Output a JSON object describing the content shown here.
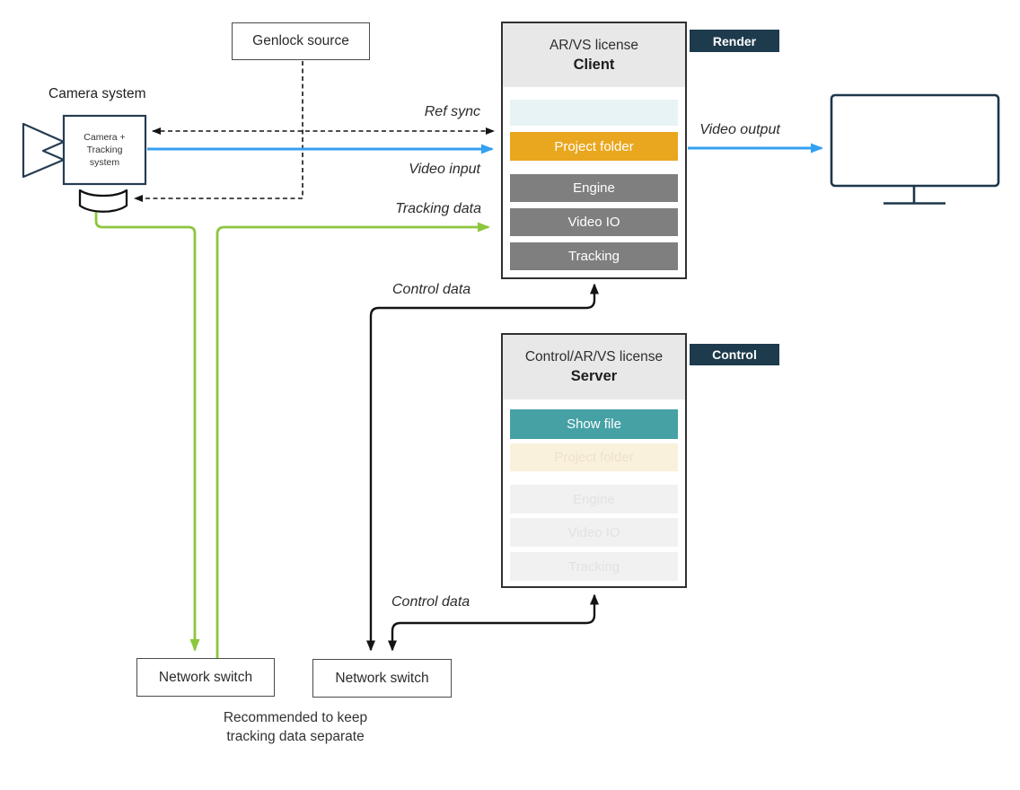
{
  "camera": {
    "title": "Camera system",
    "body_lines": [
      "Camera +",
      "Tracking",
      "system"
    ]
  },
  "genlock": {
    "label": "Genlock source"
  },
  "client": {
    "subtitle": "AR/VS license",
    "title": "Client",
    "tag": "Render",
    "rows": [
      {
        "label": ""
      },
      {
        "label": "Project folder"
      },
      {
        "label": "Engine"
      },
      {
        "label": "Video IO"
      },
      {
        "label": "Tracking"
      }
    ]
  },
  "server": {
    "subtitle": "Control/AR/VS license",
    "title": "Server",
    "tag": "Control",
    "rows": [
      {
        "label": "Show file"
      },
      {
        "label": "Project folder"
      },
      {
        "label": "Engine"
      },
      {
        "label": "Video IO"
      },
      {
        "label": "Tracking"
      }
    ]
  },
  "flows": {
    "ref_sync": "Ref sync",
    "video_input": "Video input",
    "tracking_data": "Tracking data",
    "video_output": "Video output",
    "control_data_client": "Control data",
    "control_data_server": "Control data"
  },
  "switches": {
    "tracking": {
      "label": "Network switch"
    },
    "control": {
      "label": "Network switch"
    }
  },
  "note": {
    "line1": "Recommended to keep",
    "line2": "tracking data separate"
  },
  "colors": {
    "navy": "#1E3A4D",
    "accent_orange": "#E9A71F",
    "accent_teal": "#46A1A5",
    "row_gray": "#7F7F7F",
    "row_cyan": "#E7F3F5",
    "row_cream": "#FAF1DC",
    "green_line": "#8CC63E",
    "blue_line": "#34A0F0",
    "dark_line": "#141414"
  }
}
